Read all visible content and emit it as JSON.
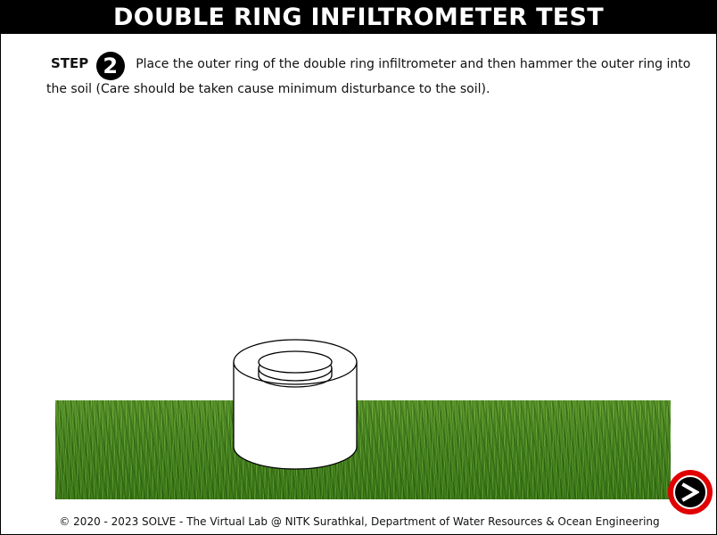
{
  "header": {
    "title": "DOUBLE RING INFILTROMETER TEST"
  },
  "instruction": {
    "step_label": "STEP",
    "step_number": "2",
    "text": "Place the outer ring of the double ring infiltrometer and then hammer the outer ring into the soil (Care should be taken cause minimum disturbance to the soil)."
  },
  "scene": {
    "ground": "grass",
    "object": "double-ring-infiltrometer"
  },
  "footer": {
    "copyright": "© 2020 - 2023 SOLVE - The Virtual Lab @ NITK Surathkal, Department of Water Resources & Ocean Engineering"
  },
  "controls": {
    "next_icon": "chevron-right-icon",
    "accent_color": "#e00000"
  }
}
